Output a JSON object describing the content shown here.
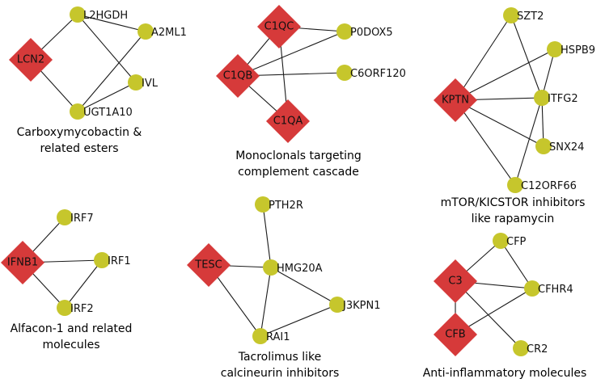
{
  "colors": {
    "gene_node": "#c6c62c",
    "target_node": "#d63a3a",
    "edge": "#1a1a1a"
  },
  "modules": [
    {
      "id": "carboxymycobactin",
      "caption": [
        "Carboxymycobactin &",
        "related esters"
      ],
      "nodes": [
        {
          "id": "LCN2",
          "shape": "diamond"
        },
        {
          "id": "L2HGDH",
          "shape": "circle"
        },
        {
          "id": "A2ML1",
          "shape": "circle"
        },
        {
          "id": "IVL",
          "shape": "circle"
        },
        {
          "id": "UGT1A10",
          "shape": "circle"
        }
      ],
      "edges": [
        [
          "LCN2",
          "L2HGDH"
        ],
        [
          "LCN2",
          "UGT1A10"
        ],
        [
          "L2HGDH",
          "A2ML1"
        ],
        [
          "L2HGDH",
          "IVL"
        ],
        [
          "A2ML1",
          "UGT1A10"
        ],
        [
          "IVL",
          "UGT1A10"
        ]
      ]
    },
    {
      "id": "complement",
      "caption": [
        "Monoclonals targeting",
        "complement cascade"
      ],
      "nodes": [
        {
          "id": "C1QC",
          "shape": "diamond"
        },
        {
          "id": "C1QB",
          "shape": "diamond"
        },
        {
          "id": "C1QA",
          "shape": "diamond"
        },
        {
          "id": "P0DOX5",
          "shape": "circle"
        },
        {
          "id": "C6ORF120",
          "shape": "circle"
        }
      ],
      "edges": [
        [
          "C1QC",
          "C1QB"
        ],
        [
          "C1QC",
          "P0DOX5"
        ],
        [
          "C1QC",
          "C1QA"
        ],
        [
          "C1QB",
          "P0DOX5"
        ],
        [
          "C1QB",
          "C6ORF120"
        ],
        [
          "C1QB",
          "C1QA"
        ]
      ]
    },
    {
      "id": "mtor",
      "caption": [
        "mTOR/KICSTOR inhibitors",
        "like rapamycin"
      ],
      "nodes": [
        {
          "id": "KPTN",
          "shape": "diamond"
        },
        {
          "id": "SZT2",
          "shape": "circle"
        },
        {
          "id": "HSPB9",
          "shape": "circle"
        },
        {
          "id": "ITFG2",
          "shape": "circle"
        },
        {
          "id": "SNX24",
          "shape": "circle"
        },
        {
          "id": "C12ORF66",
          "shape": "circle"
        }
      ],
      "edges": [
        [
          "KPTN",
          "SZT2"
        ],
        [
          "KPTN",
          "HSPB9"
        ],
        [
          "KPTN",
          "ITFG2"
        ],
        [
          "KPTN",
          "SNX24"
        ],
        [
          "KPTN",
          "C12ORF66"
        ],
        [
          "SZT2",
          "ITFG2"
        ],
        [
          "HSPB9",
          "ITFG2"
        ],
        [
          "ITFG2",
          "SNX24"
        ],
        [
          "ITFG2",
          "C12ORF66"
        ]
      ]
    },
    {
      "id": "alfacon",
      "caption": [
        "Alfacon-1 and related",
        "molecules"
      ],
      "nodes": [
        {
          "id": "IFNB1",
          "shape": "diamond"
        },
        {
          "id": "IRF7",
          "shape": "circle"
        },
        {
          "id": "IRF1",
          "shape": "circle"
        },
        {
          "id": "IRF2",
          "shape": "circle"
        }
      ],
      "edges": [
        [
          "IFNB1",
          "IRF7"
        ],
        [
          "IFNB1",
          "IRF1"
        ],
        [
          "IFNB1",
          "IRF2"
        ],
        [
          "IRF1",
          "IRF2"
        ]
      ]
    },
    {
      "id": "tacrolimus",
      "caption": [
        "Tacrolimus like",
        "calcineurin inhibitors"
      ],
      "nodes": [
        {
          "id": "TESC",
          "shape": "diamond"
        },
        {
          "id": "PTH2R",
          "shape": "circle"
        },
        {
          "id": "HMG20A",
          "shape": "circle"
        },
        {
          "id": "J3KPN1",
          "shape": "circle"
        },
        {
          "id": "RAI1",
          "shape": "circle"
        }
      ],
      "edges": [
        [
          "TESC",
          "HMG20A"
        ],
        [
          "TESC",
          "RAI1"
        ],
        [
          "PTH2R",
          "HMG20A"
        ],
        [
          "HMG20A",
          "J3KPN1"
        ],
        [
          "HMG20A",
          "RAI1"
        ],
        [
          "J3KPN1",
          "RAI1"
        ]
      ]
    },
    {
      "id": "antiinflammatory",
      "caption": [
        "Anti-inflammatory molecules"
      ],
      "nodes": [
        {
          "id": "C3",
          "shape": "diamond"
        },
        {
          "id": "CFB",
          "shape": "diamond"
        },
        {
          "id": "CFP",
          "shape": "circle"
        },
        {
          "id": "CFHR4",
          "shape": "circle"
        },
        {
          "id": "CR2",
          "shape": "circle"
        }
      ],
      "edges": [
        [
          "C3",
          "CFP"
        ],
        [
          "C3",
          "CFHR4"
        ],
        [
          "C3",
          "CFB"
        ],
        [
          "C3",
          "CR2"
        ],
        [
          "CFP",
          "CFHR4"
        ],
        [
          "CFB",
          "CFHR4"
        ]
      ]
    }
  ]
}
